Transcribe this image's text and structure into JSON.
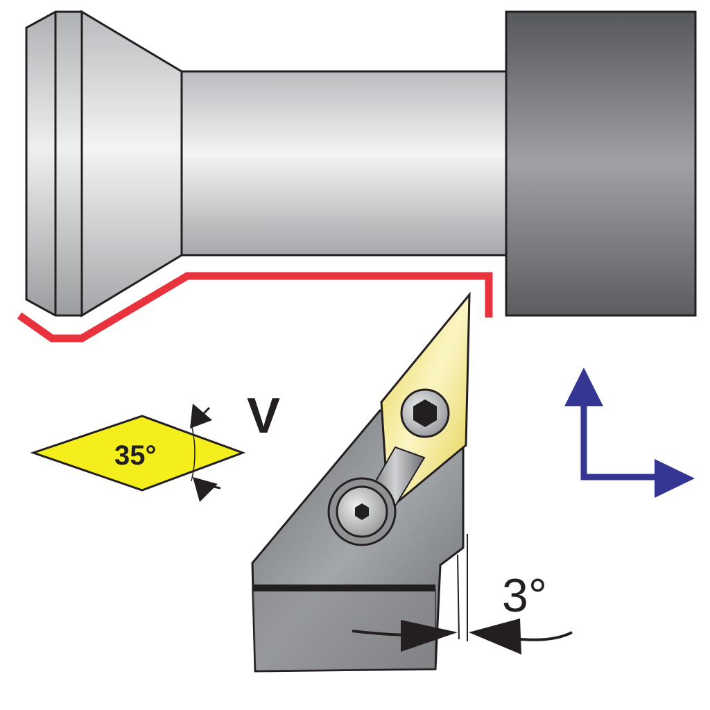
{
  "labels": {
    "insert_angle": "35°",
    "insert_shape": "V",
    "clearance_angle": "3°"
  },
  "colors": {
    "toolpath": "#e8323c",
    "insert": "#f4ee1c",
    "axis_arrows": "#353593",
    "outline": "#231f20"
  },
  "icons": {
    "screw": "hex-socket-screw-icon",
    "axes": "axis-arrows-icon"
  }
}
